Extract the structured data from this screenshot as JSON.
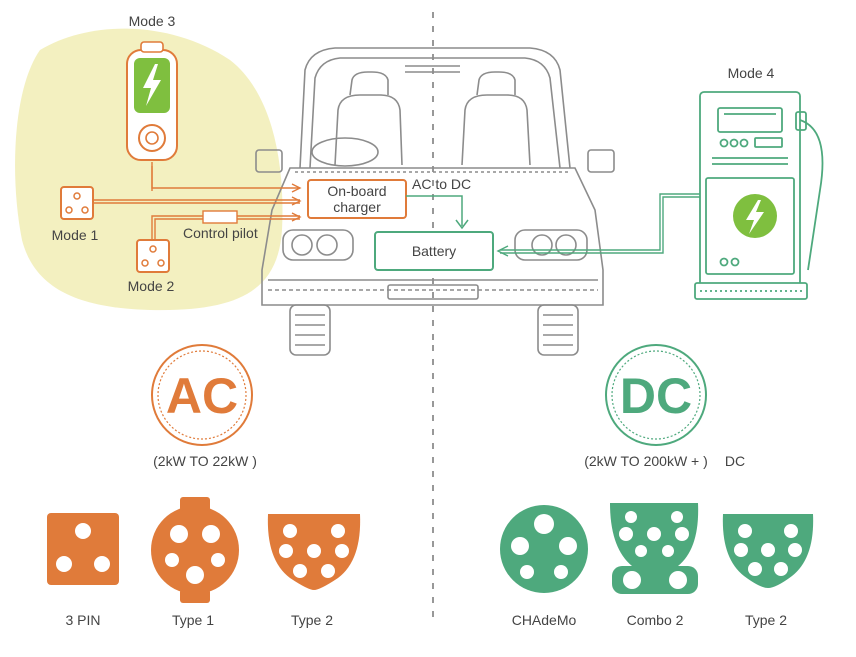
{
  "labels": {
    "mode3": "Mode 3",
    "mode1": "Mode 1",
    "mode2": "Mode 2",
    "mode4": "Mode 4",
    "control_pilot": "Control pilot",
    "onboard_line1": "On-board",
    "onboard_line2": "charger",
    "ac_to_dc": "AC to DC",
    "battery": "Battery"
  },
  "ac": {
    "badge": "AC",
    "range": "(2kW TO 22kW )",
    "connectors": [
      "3 PIN",
      "Type 1",
      "Type 2"
    ]
  },
  "dc": {
    "badge": "DC",
    "range": "(2kW TO 200kW + )",
    "suffix": "DC",
    "connectors": [
      "CHAdeMo",
      "Combo 2",
      "Type 2"
    ]
  },
  "colors": {
    "ac": "#e07b3a",
    "dc": "#4ea97d",
    "highlight": "#f3f0c0",
    "lightning": "#7fbf3f",
    "car_line": "#8c8c8c"
  },
  "icons": {
    "lightning": "lightning-bolt-icon",
    "socket": "three-pin-socket-icon"
  }
}
